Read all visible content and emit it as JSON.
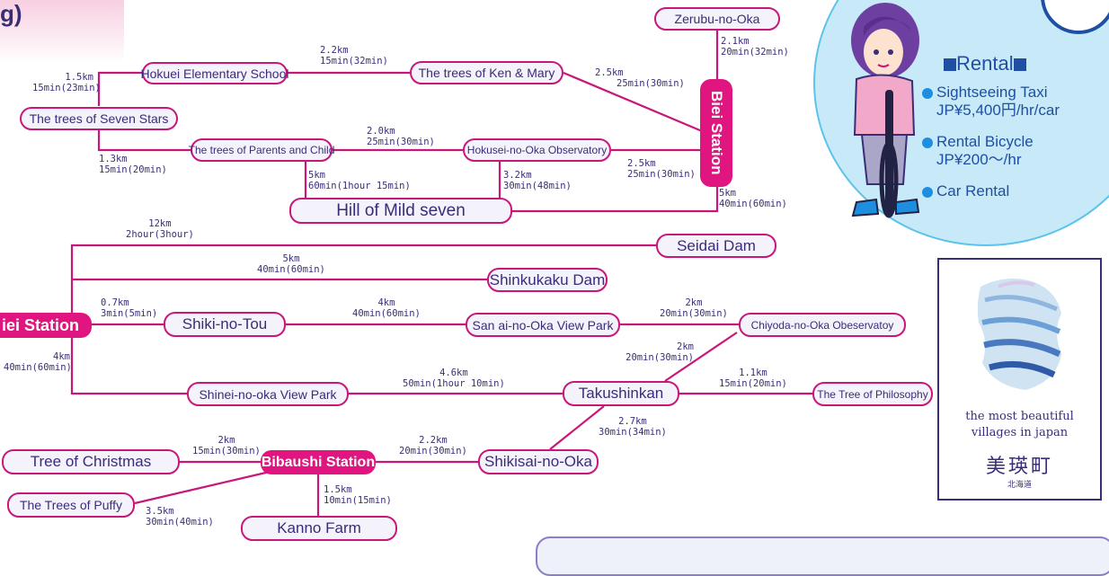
{
  "corner_text": "g)",
  "rental": {
    "title": "Rental",
    "items": [
      {
        "lines": [
          "Sightseeing Taxi",
          "JP¥5,400円/hr/car"
        ]
      },
      {
        "lines": [
          "Rental Bicycle",
          "JP¥200～/hr"
        ]
      },
      {
        "lines": [
          "Car Rental"
        ]
      }
    ]
  },
  "poster": {
    "line1": "the most beautiful",
    "line2": "villages in japan",
    "kanji": "美瑛町",
    "pref": "北海道"
  },
  "stations": {
    "biei_vertical": "Biei Station",
    "biei_left": "iei Station",
    "bibaushi": "Bibaushi Station"
  },
  "places": {
    "zerubu": "Zerubu-no-Oka",
    "hokuei_school": "Hokuei Elementary School",
    "ken_mary": "The trees of Ken & Mary",
    "seven_stars": "The trees of Seven Stars",
    "parents_child": "The trees of Parents and Child",
    "hokusei": "Hokusei-no-Oka Observatory",
    "mild_seven": "Hill of Mild seven",
    "seidai": "Seidai Dam",
    "shinkukaku": "Shinkukaku Dam",
    "shiki_tou": "Shiki-no-Tou",
    "sanai": "San ai-no-Oka View Park",
    "chiyoda": "Chiyoda-no-Oka Obeservatoy",
    "shinei": "Shinei-no-oka View Park",
    "takushinkan": "Takushinkan",
    "philosophy": "The Tree of Philosophy",
    "christmas": "Tree of Christmas",
    "shikisai": "Shikisai-no-Oka",
    "puffy": "The Trees of Puffy",
    "kanno": "Kanno Farm"
  },
  "distances": {
    "zerubu_biei": {
      "km": "2.1km",
      "time": "20min(32min)"
    },
    "hokuei_kenmary": {
      "km": "2.2km",
      "time": "15min(32min)"
    },
    "kenmary_biei": {
      "km": "2.5km",
      "time": "25min(30min)"
    },
    "sevenstars_hokuei": {
      "km": "1.5km",
      "time": "15min(23min)"
    },
    "parents_hokusei": {
      "km": "2.0km",
      "time": "25min(30min)"
    },
    "sevenstars_parents": {
      "km": "1.3km",
      "time": "15min(20min)"
    },
    "hokusei_biei": {
      "km": "2.5km",
      "time": "25min(30min)"
    },
    "parents_mild": {
      "km": "5km",
      "time": "60min(1hour 15min)"
    },
    "hokusei_mild": {
      "km": "3.2km",
      "time": "30min(48min)"
    },
    "biei_mild": {
      "km": "5km",
      "time": "40min(60min)"
    },
    "biei_seidai": {
      "km": "12km",
      "time": "2hour(3hour)"
    },
    "biei_shinkukaku": {
      "km": "5km",
      "time": "40min(60min)"
    },
    "biei_shikitou": {
      "km": "0.7km",
      "time": "3min(5min)"
    },
    "shikitou_sanai": {
      "km": "4km",
      "time": "40min(60min)"
    },
    "sanai_chiyoda": {
      "km": "2km",
      "time": "20min(30min)"
    },
    "takushinkan_chiyoda": {
      "km": "2km",
      "time": "20min(30min)"
    },
    "biei_shinei": {
      "km": "4km",
      "time": "40min(60min)"
    },
    "shinei_takushinkan": {
      "km": "4.6km",
      "time": "50min(1hour 10min)"
    },
    "takushinkan_philosophy": {
      "km": "1.1km",
      "time": "15min(20min)"
    },
    "takushinkan_shikisai": {
      "km": "2.7km",
      "time": "30min(34min)"
    },
    "christmas_bibaushi": {
      "km": "2km",
      "time": "15min(30min)"
    },
    "bibaushi_shikisai": {
      "km": "2.2km",
      "time": "20min(30min)"
    },
    "bibaushi_kanno": {
      "km": "1.5km",
      "time": "10min(15min)"
    },
    "puffy_bibaushi": {
      "km": "3.5km",
      "time": "30min(40min)"
    }
  },
  "colors": {
    "route": "#c8177a",
    "station": "#e0157f",
    "node_fill": "#f4f2fb",
    "text": "#3a2d78",
    "panel": "#c8eaf8",
    "panel_text": "#1e4fa3"
  },
  "icons": {
    "cyclist": "cyclist-illustration",
    "poster": "village-poster-art"
  }
}
